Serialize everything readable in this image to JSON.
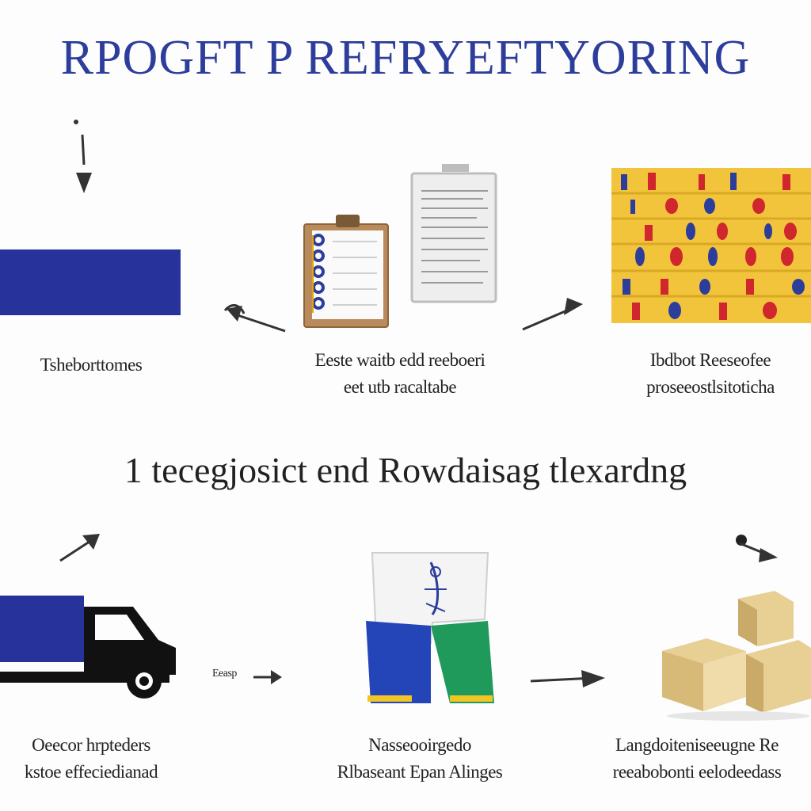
{
  "colors": {
    "title": "#2d3d9c",
    "navy_block": "#27329a",
    "shelf_yellow": "#f2c43c",
    "box_tan": "#e8cf94"
  },
  "title": "RPOGFT P REFRYEFTYORING",
  "subtitle": "1 tecegjosict end Rowdaisag tlexardng",
  "steps": [
    {
      "icon": "navy-block-icon",
      "lines": [
        "Tsheborttomes"
      ]
    },
    {
      "icon": "clipboard-icon",
      "lines": [
        "Eeste waitb edd reeboeri",
        "eet utb racaltabe"
      ]
    },
    {
      "icon": "warehouse-shelves-icon",
      "lines": [
        "Ibdbot Reeseofee",
        "proseeostlsitoticha"
      ]
    },
    {
      "icon": "delivery-truck-icon",
      "lines": [
        "Oeecor hrpteders",
        "kstoe effeciedianad"
      ]
    },
    {
      "icon": "shorts-garment-icon",
      "lines": [
        "Nasseooirgedo",
        "Rlbaseant Epan Alinges"
      ]
    },
    {
      "icon": "cardboard-boxes-icon",
      "lines": [
        "Langdoiteniseeugne Re",
        "reeabobonti eelodeedass"
      ]
    }
  ],
  "arrow_labels": {
    "truck_to_shorts": "Eeasp"
  }
}
